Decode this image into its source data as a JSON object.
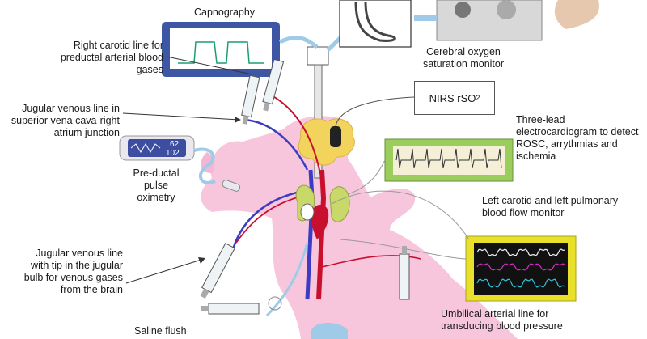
{
  "labels": {
    "capnography": "Capnography",
    "right_carotid": [
      "Right carotid line for",
      "preductal arterial blood",
      "gases"
    ],
    "jugular_svc": [
      "Jugular venous line in",
      "superior vena cava-right",
      "atrium junction"
    ],
    "pre_ductal": [
      "Pre-ductal",
      "pulse",
      "oximetry"
    ],
    "jugular_bulb": [
      "Jugular venous line",
      "with tip in the jugular",
      "bulb for venous gases",
      "from the brain"
    ],
    "saline": "Saline flush",
    "cerebral_monitor": [
      "Cerebral oxygen",
      "saturation monitor"
    ],
    "nirs_main": "NIRS rSO",
    "nirs_sub": "2",
    "ecg": [
      "Three-lead",
      "electrocardiogram to detect",
      "ROSC, arrythmias and",
      "ischemia"
    ],
    "left_carotid": [
      "Left carotid and left pulmonary",
      "blood flow monitor"
    ],
    "umbilical": [
      "Umbilical arterial line for",
      "transducing blood pressure"
    ]
  },
  "pulse_oximeter": {
    "top_value": "62",
    "bottom_value": "102"
  },
  "colors": {
    "piglet_body": "#f7c6dd",
    "brain": "#f2d45c",
    "artery": "#c8102e",
    "vein": "#3b3bc4",
    "ecg_frame": "#9acd5c",
    "monitor_frame": "#e8e02a",
    "capno_frame": "#3d57a5",
    "tubing": "#9fcbe8"
  },
  "icons": {
    "monitor": "waveform-monitor-icon",
    "syringe": "syringe-icon",
    "probe": "nirs-probe-icon"
  }
}
